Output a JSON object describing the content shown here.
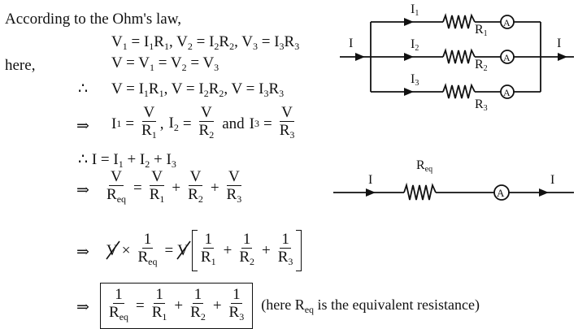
{
  "text": {
    "intro": "According to the Ohm's law,",
    "line1": "V₁ = I₁R₁, V₂ = I₂R₂, V₃ = I₃R₃",
    "here": "here,",
    "line2": "V = V₁ = V₂ = V₃",
    "line3": "V = I₁R₁, V = I₂R₂, V = I₃R₃",
    "therefore": "∴",
    "implies": "⇒",
    "line5": "I = I₁ + I₂ + I₃",
    "note": "(here Req is the equivalent resistance)",
    "and": "and"
  },
  "diagram": {
    "current_label": "I",
    "branch_labels": [
      "I1",
      "I2",
      "I3"
    ],
    "resistor_labels": [
      "R1",
      "R2",
      "R3"
    ],
    "ammeter_label": "A",
    "eq_label": "Req"
  }
}
